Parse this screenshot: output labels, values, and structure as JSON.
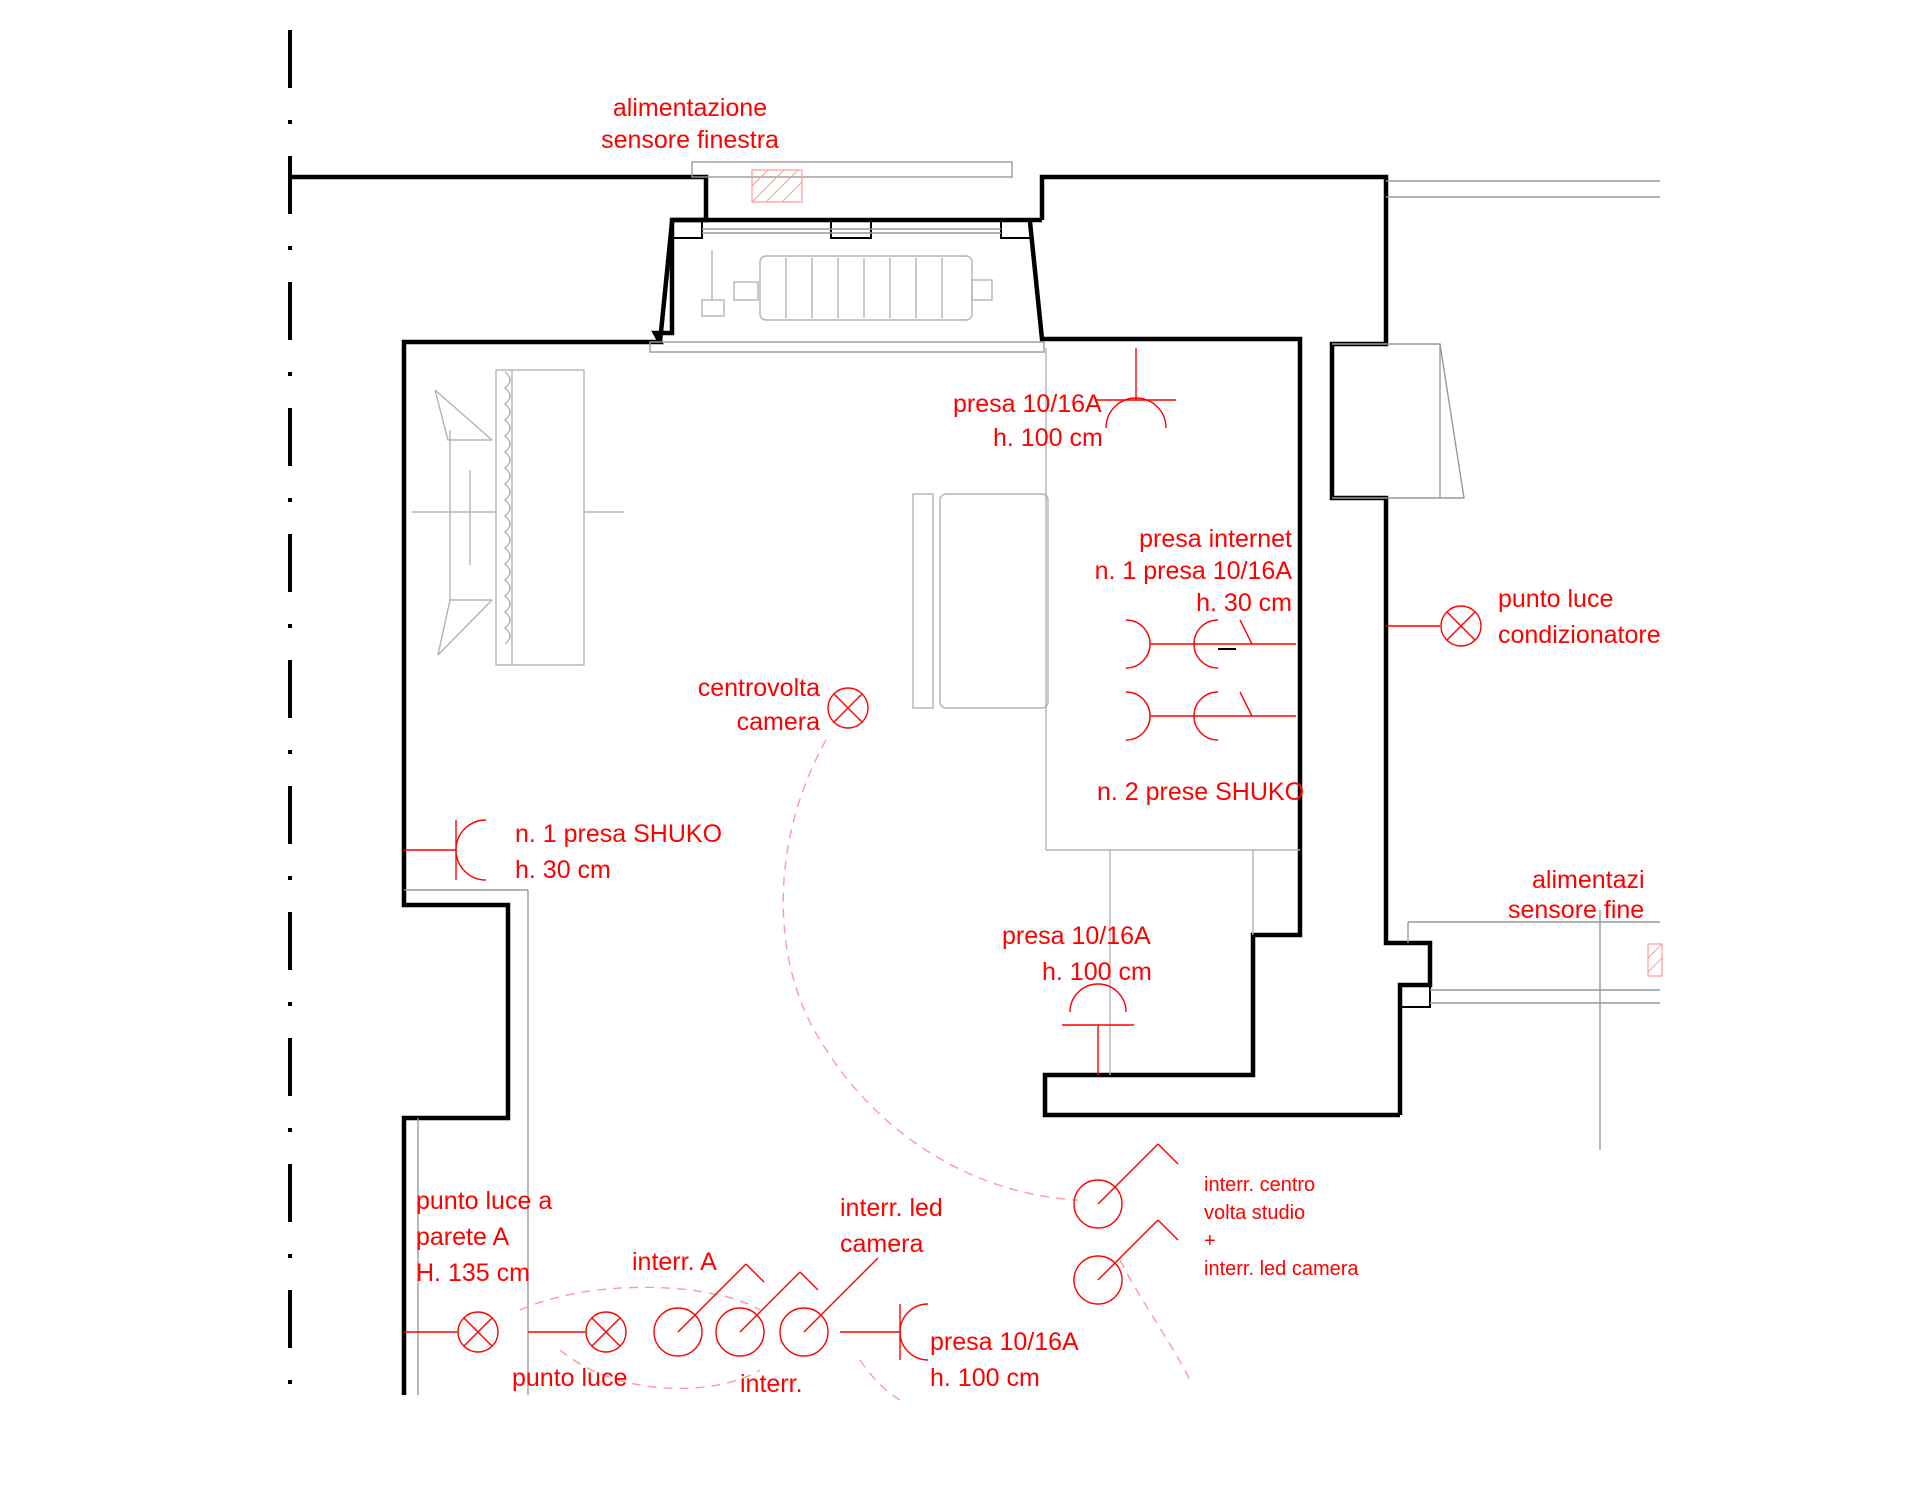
{
  "drawing": {
    "accent_color": "#ff0000",
    "wall_color": "#000000",
    "furniture_color": "#b3b3b3",
    "labels": {
      "window_sensor_top": [
        "alimentazione",
        "sensore finestra"
      ],
      "window_sensor_right": [
        "alimentazi",
        "sensore fine"
      ],
      "socket_top": [
        "presa 10/16A",
        "h. 100 cm"
      ],
      "internet": [
        "presa internet",
        "n. 1 presa 10/16A",
        "h. 30 cm"
      ],
      "light_ac": [
        "punto luce",
        "condizionatore"
      ],
      "ceiling_centre": [
        "centrovolta",
        "camera"
      ],
      "shuko_two": "n. 2 prese SHUKO",
      "shuko_one": [
        "n. 1 presa SHUKO",
        "h. 30 cm"
      ],
      "socket_mid": [
        "presa 10/16A",
        "h. 100 cm"
      ],
      "switch_study": [
        "interr. centro",
        "volta studio",
        "+",
        "interr. led camera"
      ],
      "wall_light": [
        "punto luce a",
        "parete A",
        "H. 135 cm"
      ],
      "switch_led": [
        "interr. led",
        "camera"
      ],
      "switch_a": "interr. A",
      "light_point": "punto luce",
      "switch": "interr.",
      "socket_bottom": [
        "presa 10/16A",
        "h. 100 cm"
      ]
    }
  }
}
